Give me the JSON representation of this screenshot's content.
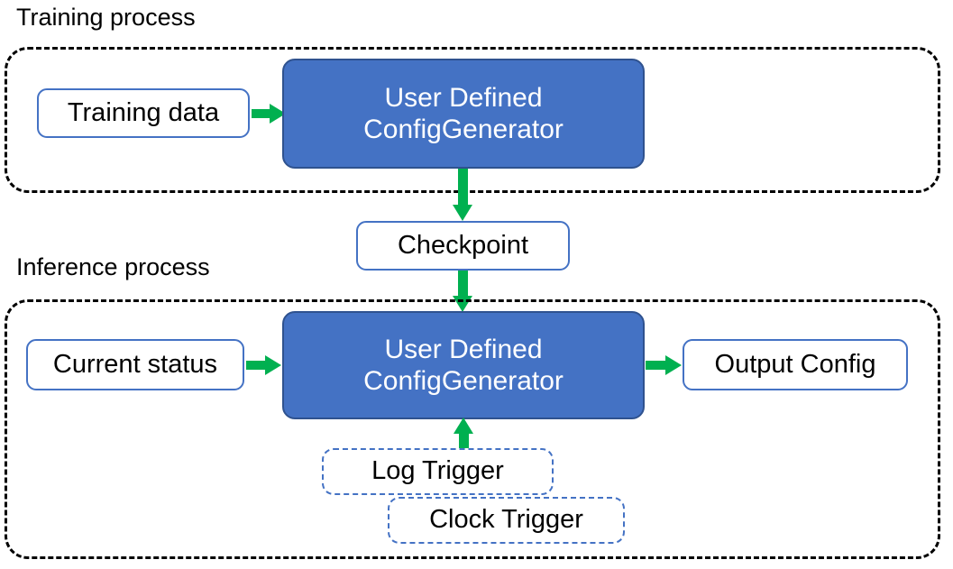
{
  "diagram": {
    "title_training": "Training process",
    "title_inference": "Inference process",
    "colors": {
      "process_fill": "#4472C4",
      "process_border": "#2F528F",
      "box_border": "#4472C4",
      "arrow": "#00B050",
      "container_border": "#000000",
      "text_light": "#FFFFFF",
      "text_dark": "#000000"
    }
  },
  "training": {
    "caption": "Training process",
    "input_box": "Training data",
    "process_line1": "User Defined",
    "process_line2": "ConfigGenerator"
  },
  "checkpoint": {
    "label": "Checkpoint"
  },
  "inference": {
    "caption": "Inference process",
    "input_box": "Current status",
    "process_line1": "User Defined",
    "process_line2": "ConfigGenerator",
    "output_box": "Output Config",
    "trigger_log": "Log Trigger",
    "trigger_clock": "Clock Trigger"
  },
  "arrows": [
    {
      "name": "training-data-to-process",
      "direction": "right"
    },
    {
      "name": "training-process-to-checkpoint",
      "direction": "down"
    },
    {
      "name": "checkpoint-to-inference-process",
      "direction": "down"
    },
    {
      "name": "current-status-to-process",
      "direction": "right"
    },
    {
      "name": "process-to-output-config",
      "direction": "right"
    },
    {
      "name": "log-trigger-to-process",
      "direction": "up"
    }
  ]
}
